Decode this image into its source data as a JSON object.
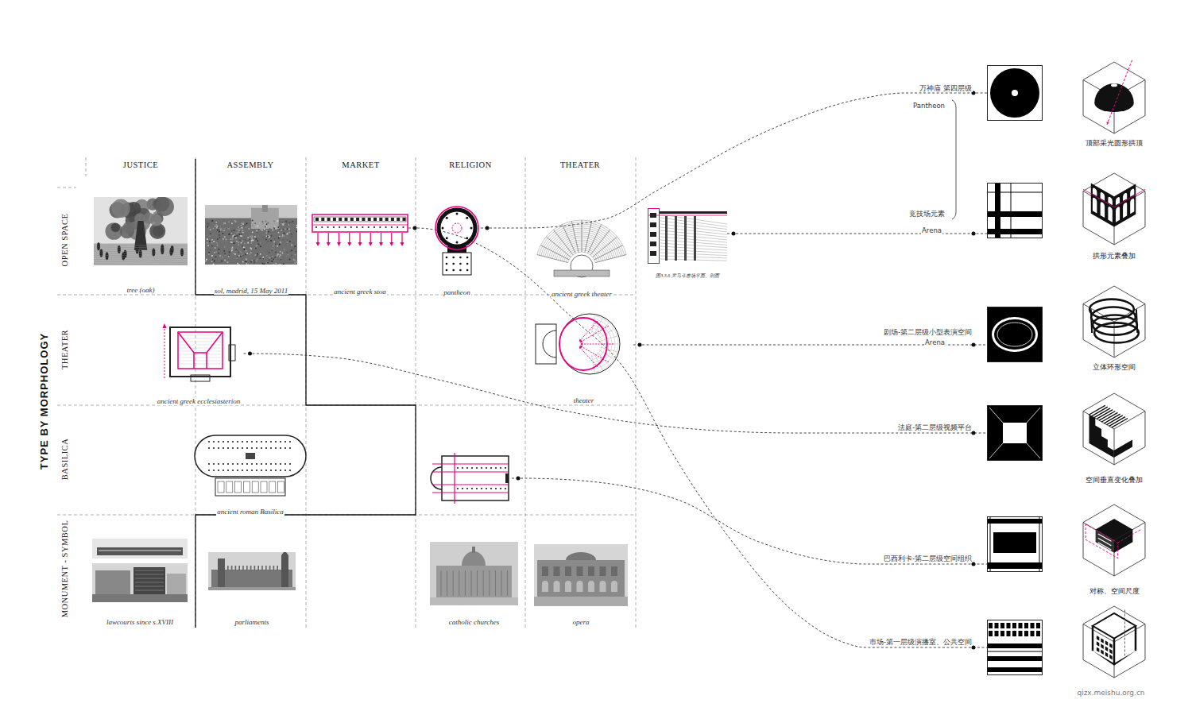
{
  "diagram": {
    "title": "TYPE BY MORPHOLOGY",
    "nodes": [
      {
        "text": [
          "tree (oak)"
        ]
      },
      {
        "text": [
          "sol, madrid, 15 May 2011"
        ]
      },
      {
        "text": [
          "ancient greek stoa"
        ]
      },
      {
        "text": [
          "pantheon"
        ]
      },
      {
        "text": [
          "ancient greek theater"
        ]
      },
      {
        "text": [
          "图3.3.6 罗马斗兽场平面、剖面"
        ]
      },
      {
        "text": [
          "ancient greek ecclesiasterion"
        ]
      },
      {
        "text": [
          "theater"
        ]
      },
      {
        "text": [
          "ancient roman Basilica"
        ]
      },
      {
        "text": []
      },
      {
        "text": [
          "lawcourts since s.XVIII"
        ]
      },
      {
        "text": [
          "parliaments"
        ]
      },
      {
        "text": [
          "catholic churches"
        ]
      },
      {
        "text": [
          "opera"
        ]
      },
      {
        "text": [
          "万神庙 第四层级",
          "Pantheon"
        ]
      },
      {
        "text": [
          "竞技场元素",
          "Arena"
        ]
      },
      {
        "text": [
          "剧场-第二层级小型表演空间",
          "Arena"
        ]
      },
      {
        "text": [
          "法庭-第二层级视频平台"
        ]
      },
      {
        "text": [
          "巴西利卡-第二层级空间组织"
        ]
      },
      {
        "text": [
          "市场-第一层级演播室、公共空间"
        ]
      }
    ],
    "edges": [
      {
        "from": 3,
        "to": 14,
        "arrow": "none"
      },
      {
        "from": 5,
        "to": 15,
        "arrow": "none"
      },
      {
        "from": 7,
        "to": 16,
        "arrow": "none"
      },
      {
        "from": 6,
        "to": 17,
        "arrow": "none"
      },
      {
        "from": 9,
        "to": 18,
        "arrow": "none"
      },
      {
        "from": 2,
        "to": 19,
        "arrow": "none"
      }
    ],
    "labels": [
      "JUSTICE",
      "ASSEMBLY",
      "MARKET",
      "RELIGION",
      "THEATER",
      "OPEN SPACE",
      "THEATER",
      "BASILICA",
      "MONUMENT - SYMBOL",
      "顶部采光圆形拱顶",
      "拱形元素叠加",
      "立体环形空间",
      "空间垂直变化叠加",
      "对称、空间尺度",
      "qizx.meishu.org.cn"
    ]
  }
}
